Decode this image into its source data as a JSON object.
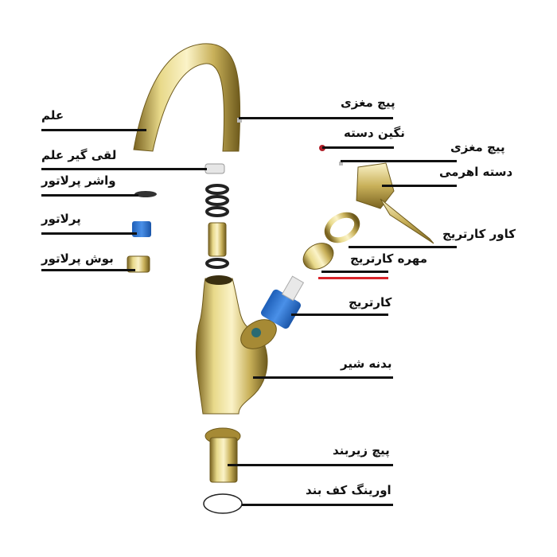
{
  "diagram": {
    "title": "Exploded view of single-lever basin faucet",
    "colors": {
      "brass": "#c9b15a",
      "brass_dark": "#7a6320",
      "brass_light": "#f3e7a8",
      "cartridge_blue": "#2f78d4",
      "oring": "#222222",
      "leader_line": "#111111",
      "highlight_line": "#d9232a",
      "cap_red": "#b0202a"
    },
    "labels_left": [
      {
        "id": "spout",
        "text": "علم"
      },
      {
        "id": "spout-washer",
        "text": "لقی گیر علم"
      },
      {
        "id": "aerator-washer",
        "text": "واشر پرلاتور"
      },
      {
        "id": "aerator",
        "text": "پرلاتور"
      },
      {
        "id": "aerator-housing",
        "text": "بوش پرلاتور"
      }
    ],
    "labels_right": [
      {
        "id": "grub-screw-top",
        "text": "پیچ مغزی"
      },
      {
        "id": "handle-cap",
        "text": "نگین دسته"
      },
      {
        "id": "grub-screw-handle",
        "text": "پیچ مغزی"
      },
      {
        "id": "lever-handle",
        "text": "دسته اهرمی"
      },
      {
        "id": "cartridge-cover",
        "text": "کاور کارتریج"
      },
      {
        "id": "cartridge-nut",
        "text": "مهره کارتریج"
      },
      {
        "id": "cartridge",
        "text": "کارتریج"
      },
      {
        "id": "faucet-body",
        "text": "بدنه شیر"
      },
      {
        "id": "mounting-screw",
        "text": "پیچ زیربند"
      },
      {
        "id": "base-oring",
        "text": "اورینگ کف بند"
      }
    ]
  }
}
